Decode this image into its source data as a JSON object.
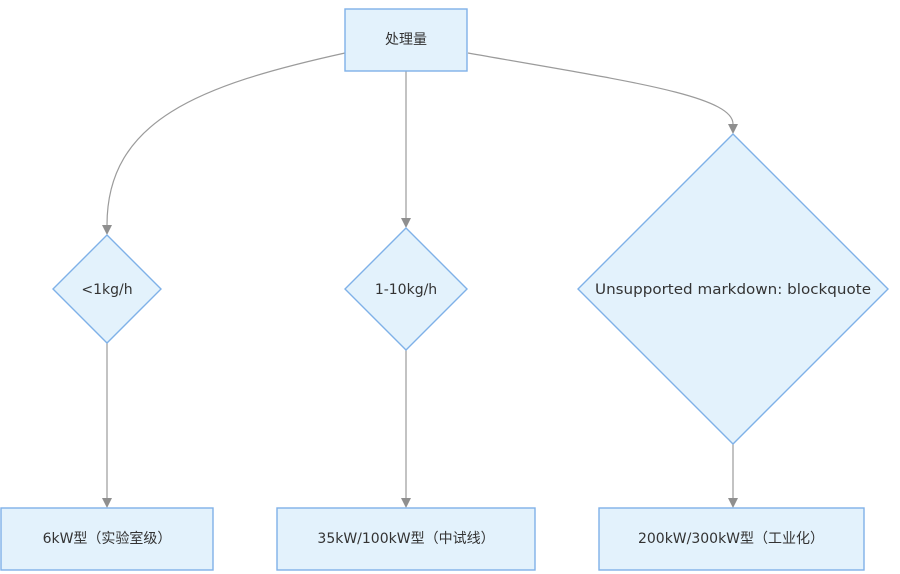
{
  "flowchart": {
    "root": {
      "label": "处理量"
    },
    "decisions": [
      {
        "label": "<1kg/h"
      },
      {
        "label": "1-10kg/h"
      },
      {
        "label": "Unsupported markdown: blockquote"
      }
    ],
    "outcomes": [
      {
        "label": "6kW型（实验室级）"
      },
      {
        "label": "35kW/100kW型（中试线）"
      },
      {
        "label": "200kW/300kW型（工业化）"
      }
    ]
  },
  "colors": {
    "node_fill": "#e3f2fc",
    "node_border": "#7fb1e8",
    "edge": "#9b9b9b",
    "text": "#333333"
  }
}
